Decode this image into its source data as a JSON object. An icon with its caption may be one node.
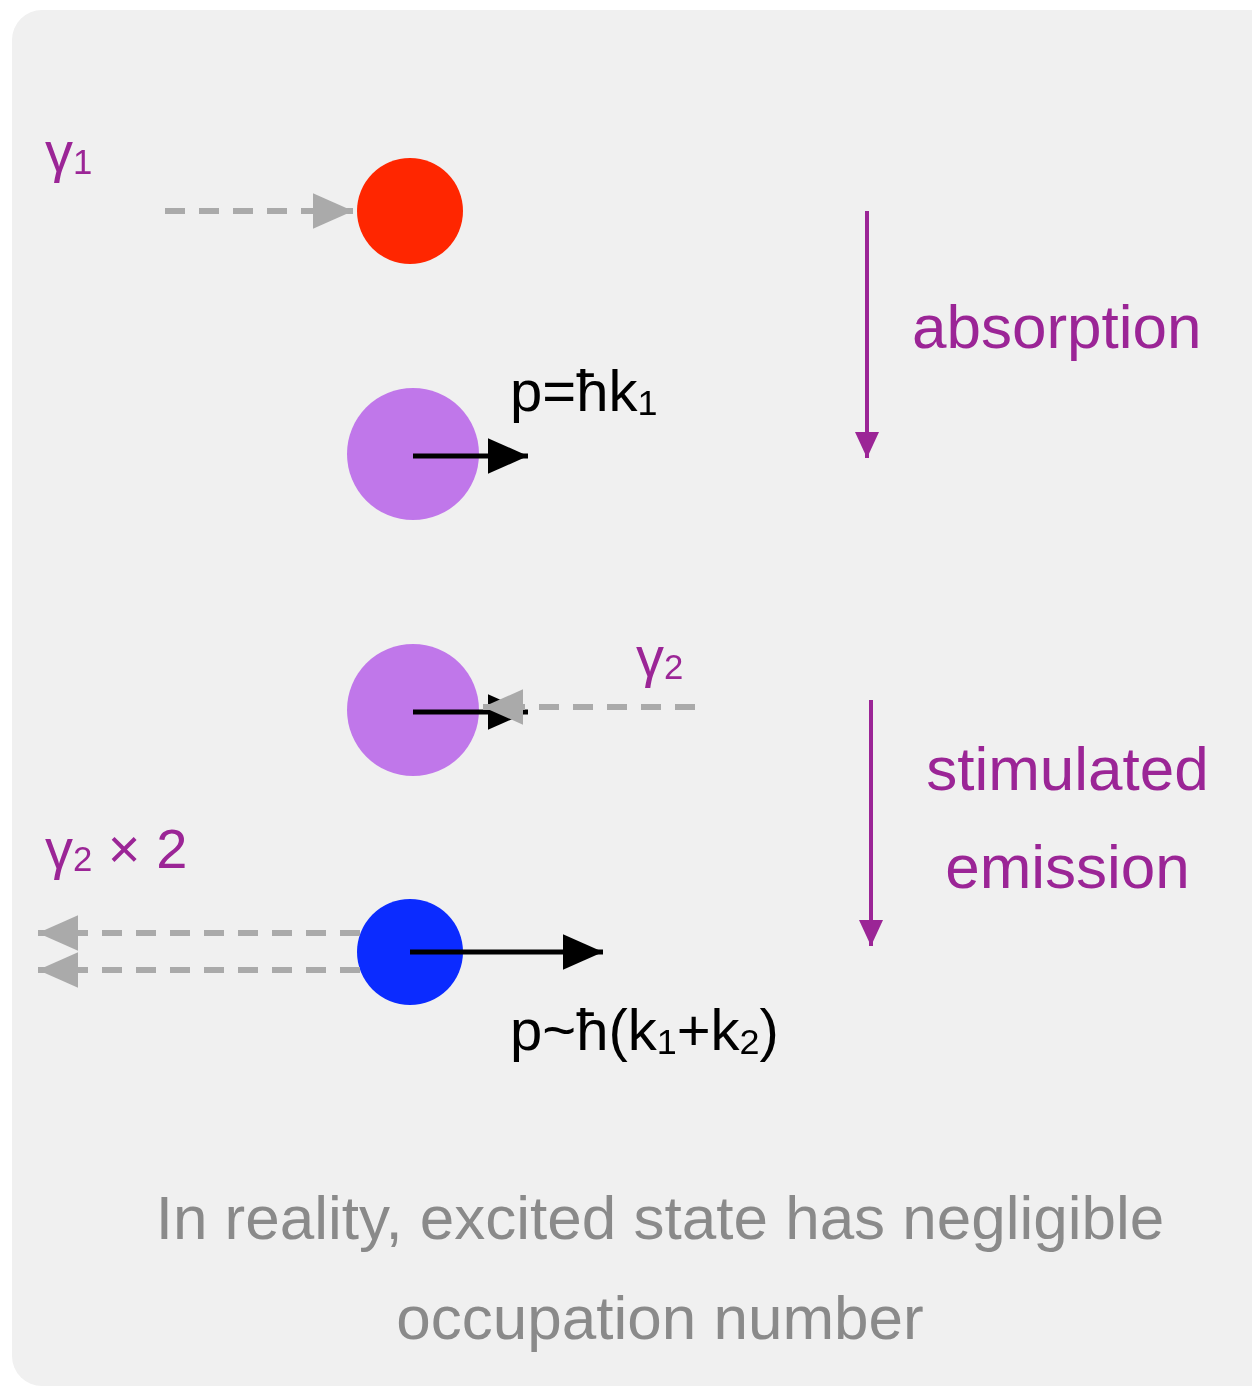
{
  "diagram": {
    "caption": "In reality, excited state has negligible occupation number",
    "nodes": [
      {
        "text": [],
        "shape": "circle"
      },
      {
        "text": [],
        "shape": "circle"
      },
      {
        "text": [],
        "shape": "circle"
      },
      {
        "text": [],
        "shape": "circle"
      }
    ],
    "edges": [
      {
        "from": null,
        "to": 0,
        "arrow": "to",
        "style": "dashed"
      },
      {
        "from": 1,
        "to": null,
        "arrow": "to",
        "color": "#000000"
      },
      {
        "from": 2,
        "to": null,
        "arrow": "to",
        "color": "#000000"
      },
      {
        "from": null,
        "to": 2,
        "arrow": "to",
        "style": "dashed"
      },
      {
        "from": 3,
        "to": null,
        "arrow": "to",
        "style": "dashed"
      },
      {
        "from": 3,
        "to": null,
        "arrow": "to",
        "style": "dashed"
      },
      {
        "from": 3,
        "to": null,
        "arrow": "to",
        "color": "#000000"
      }
    ],
    "labels": [
      "γ$_{1}$",
      "p=ħk$_{1}$",
      "absorption",
      "γ$_{2}$",
      "stimulated emission",
      "γ$_{2}$ × 2",
      "p~ħ(k$_{1}$+k$_{2}$)"
    ]
  }
}
